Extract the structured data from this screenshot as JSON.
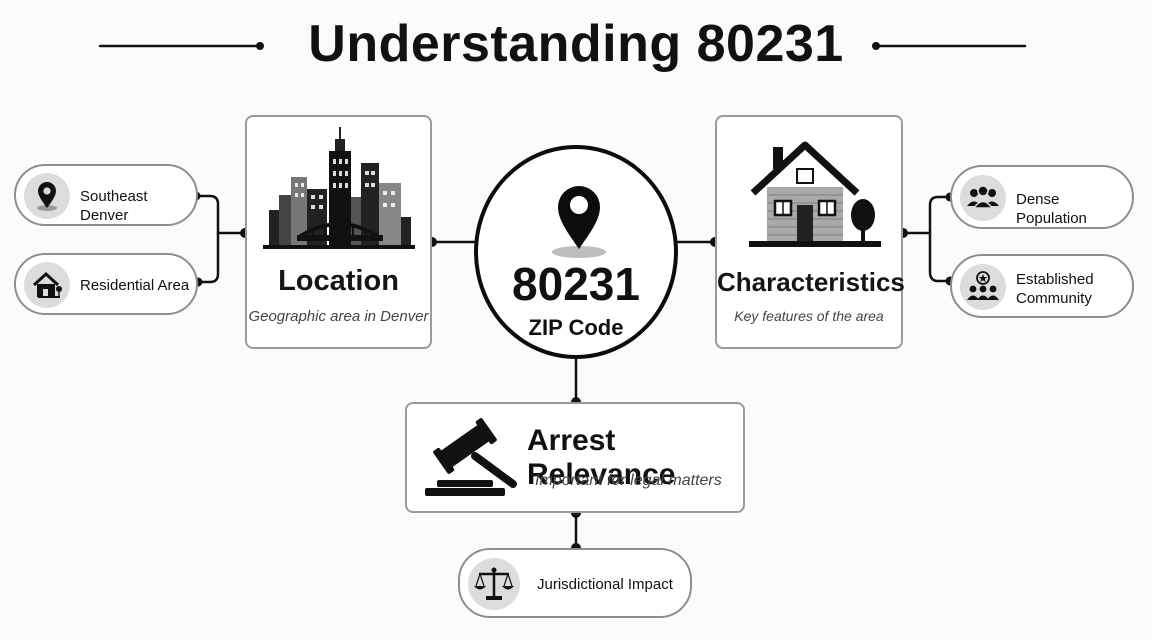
{
  "title": "Understanding 80231",
  "hub": {
    "number": "80231",
    "label": "ZIP Code",
    "icon": "map-pin-icon"
  },
  "location": {
    "title": "Location",
    "subtitle": "Geographic area in Denver",
    "icon": "city-skyline-icon",
    "items": [
      {
        "label": "Southeast Denver",
        "icon": "map-pin-icon"
      },
      {
        "label": "Residential Area",
        "icon": "house-icon"
      }
    ]
  },
  "characteristics": {
    "title": "Characteristics",
    "subtitle": "Key features of the area",
    "icon": "house-tree-icon",
    "items": [
      {
        "label": "Dense Population",
        "icon": "people-group-icon"
      },
      {
        "label_line1": "Established",
        "label_line2": "Community",
        "icon": "community-star-icon"
      }
    ]
  },
  "arrest": {
    "title": "Arrest Relevance",
    "subtitle": "Important for legal matters",
    "icon": "gavel-icon",
    "items": [
      {
        "label": "Jurisdictional Impact",
        "icon": "scales-icon"
      }
    ]
  },
  "colors": {
    "line": "#111111",
    "border": "#9a9a9a",
    "icon_bg": "#dcdcdc"
  }
}
